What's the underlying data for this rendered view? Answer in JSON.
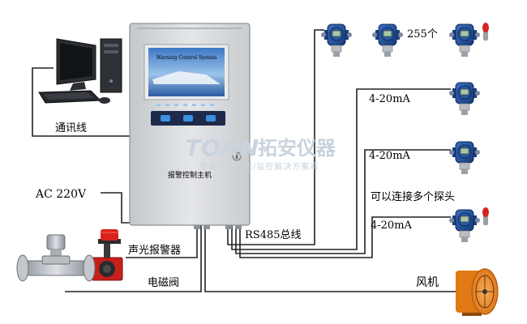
{
  "labels": {
    "comm_line": "通讯线",
    "ac_power": "AC 220V",
    "alarm": "声光报警器",
    "valve": "电磁阀",
    "rs485": "RS485总线",
    "count_255": "255个",
    "current_1": "4-20mA",
    "current_2": "4-20mA",
    "current_3": "4-20mA",
    "multi_probe": "可以连接多个探头",
    "fan": "风机",
    "controller_name": "报警控制主机",
    "screen_text": "Warning Control System"
  },
  "watermark": {
    "brand_latin": "TOAN",
    "brand_cn": "拓安仪器",
    "slogan": "专业气体检测/监控解决方案商"
  },
  "colors": {
    "wire": "#222222",
    "panel": "#d7d9dc",
    "detector_blue": "#1e4f9a",
    "watermark": "#c9d3de",
    "fan_orange": "#f08a1c",
    "alarm_red": "#d8231c"
  }
}
